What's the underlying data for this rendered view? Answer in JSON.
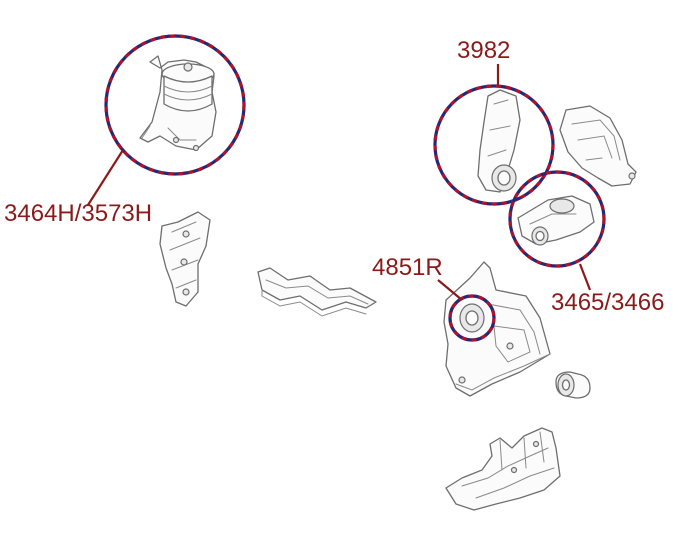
{
  "callouts": {
    "upper_mount": "3464H/3573H",
    "bracket_mount": "3982",
    "rear_mount": "3465/3466",
    "bushing": "4851R"
  },
  "colors": {
    "callout_text": "#8b1a1a",
    "highlight_dash_a": "#1f2a7a",
    "highlight_dash_b": "#b0122b",
    "part_outline": "#6e6e6e"
  }
}
